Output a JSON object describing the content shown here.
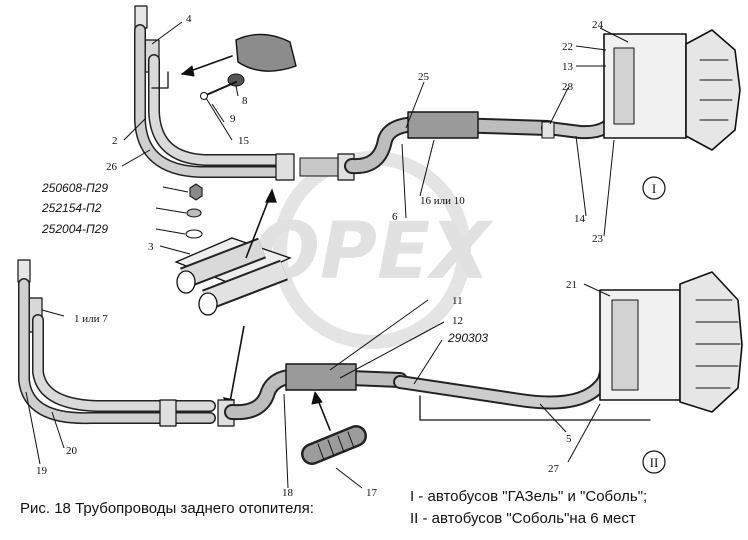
{
  "watermark": "OPEX",
  "labels": {
    "n1_ili_7": "1 или 7",
    "n2": "2",
    "n3": "3",
    "n4": "4",
    "n5": "5",
    "n6": "6",
    "n8": "8",
    "n9": "9",
    "n11": "11",
    "n12": "12",
    "n13": "13",
    "n14": "14",
    "n15": "15",
    "n16_ili_10": "16 или 10",
    "n17": "17",
    "n18": "18",
    "n19": "19",
    "n20": "20",
    "n21": "21",
    "n22": "22",
    "n23": "23",
    "n24": "24",
    "n25": "25",
    "n26": "26",
    "n27": "27",
    "n28": "28",
    "p250608": "250608-П29",
    "p252154": "252154-П2",
    "p252004": "252004-П29",
    "p290303": "290303",
    "roman_I": "I",
    "roman_II": "II"
  },
  "caption": {
    "fig": "Рис. 18  Трубопроводы заднего отопителя:",
    "line1": "I - автобусов \"ГАЗель\" и \"Соболь\";",
    "line2": "II - автобусов \"Соболь\"на 6 мест"
  }
}
